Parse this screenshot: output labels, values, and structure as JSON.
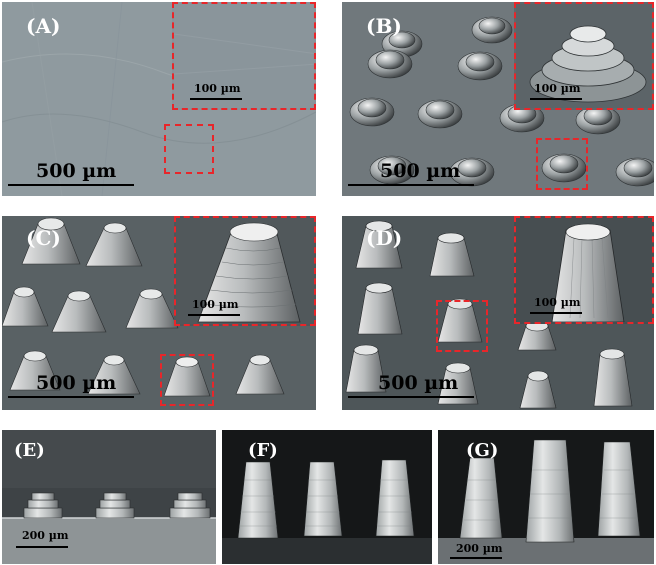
{
  "panels": {
    "A": {
      "label": "(A)",
      "scale_main": "500 µm",
      "scale_inset": "100 µm"
    },
    "B": {
      "label": "(B)",
      "scale_main": "500 µm",
      "scale_inset": "100 µm"
    },
    "C": {
      "label": "(C)",
      "scale_main": "500 µm",
      "scale_inset": "100 µm"
    },
    "D": {
      "label": "(D)",
      "scale_main": "500 µm",
      "scale_inset": "100 µm"
    },
    "E": {
      "label": "(E)",
      "scale": "200 µm"
    },
    "F": {
      "label": "(F)"
    },
    "G": {
      "label": "(G)",
      "scale": "200 µm"
    }
  },
  "colors": {
    "highlight_box": "#e8262a"
  }
}
